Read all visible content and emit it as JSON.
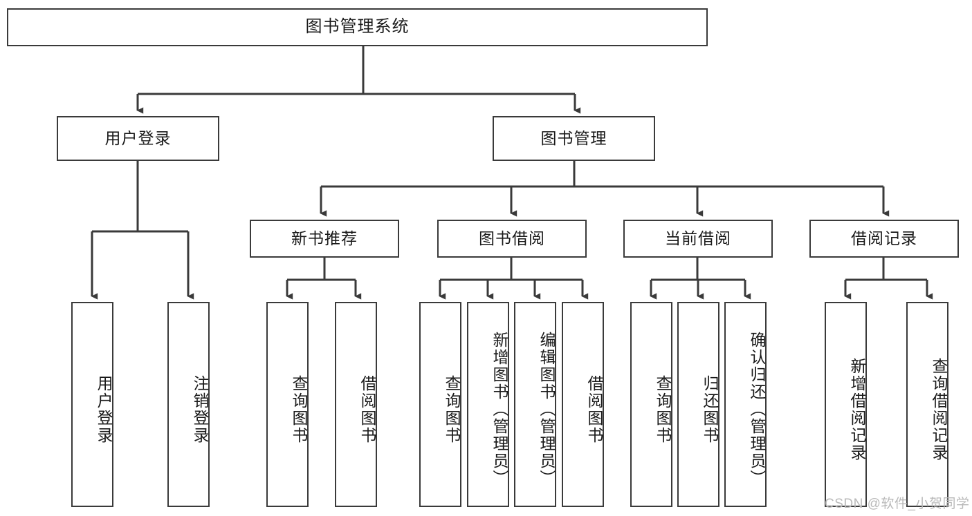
{
  "diagram": {
    "title": "图书管理系统",
    "type": "hierarchy-tree",
    "watermark": "CSDN @软件_小贺同学",
    "colors": {
      "stroke": "#3a3a3a",
      "fill": "#ffffff",
      "text": "#1a1a1a",
      "watermark": "#b9b9b9"
    },
    "levels": {
      "level0": [
        {
          "id": "root",
          "label": "图书管理系统"
        }
      ],
      "level1": [
        {
          "id": "user-login",
          "label": "用户登录",
          "parent": "root"
        },
        {
          "id": "book-manage",
          "label": "图书管理",
          "parent": "root"
        }
      ],
      "level2": [
        {
          "id": "new-book-recommend",
          "label": "新书推荐",
          "parent": "book-manage"
        },
        {
          "id": "book-borrow",
          "label": "图书借阅",
          "parent": "book-manage"
        },
        {
          "id": "current-borrow",
          "label": "当前借阅",
          "parent": "book-manage"
        },
        {
          "id": "borrow-record",
          "label": "借阅记录",
          "parent": "book-manage"
        }
      ],
      "level3": [
        {
          "id": "leaf-user-login",
          "label": "用户登录",
          "parent": "user-login"
        },
        {
          "id": "leaf-logout-login",
          "label": "注销登录",
          "parent": "user-login"
        },
        {
          "id": "leaf-query-book-1",
          "label": "查询图书",
          "parent": "new-book-recommend"
        },
        {
          "id": "leaf-borrow-book-1",
          "label": "借阅图书",
          "parent": "new-book-recommend"
        },
        {
          "id": "leaf-query-book-2",
          "label": "查询图书",
          "parent": "book-borrow"
        },
        {
          "id": "leaf-add-book",
          "label": "新增图书（管理员）",
          "parent": "book-borrow"
        },
        {
          "id": "leaf-edit-book",
          "label": "编辑图书（管理员）",
          "parent": "book-borrow"
        },
        {
          "id": "leaf-borrow-book-2",
          "label": "借阅图书",
          "parent": "book-borrow"
        },
        {
          "id": "leaf-query-book-3",
          "label": "查询图书",
          "parent": "current-borrow"
        },
        {
          "id": "leaf-return-book",
          "label": "归还图书",
          "parent": "current-borrow"
        },
        {
          "id": "leaf-confirm-return",
          "label": "确认归还（管理员）",
          "parent": "current-borrow"
        },
        {
          "id": "leaf-add-record",
          "label": "新增借阅记录",
          "parent": "borrow-record"
        },
        {
          "id": "leaf-query-record",
          "label": "查询借阅记录",
          "parent": "borrow-record"
        }
      ]
    }
  }
}
